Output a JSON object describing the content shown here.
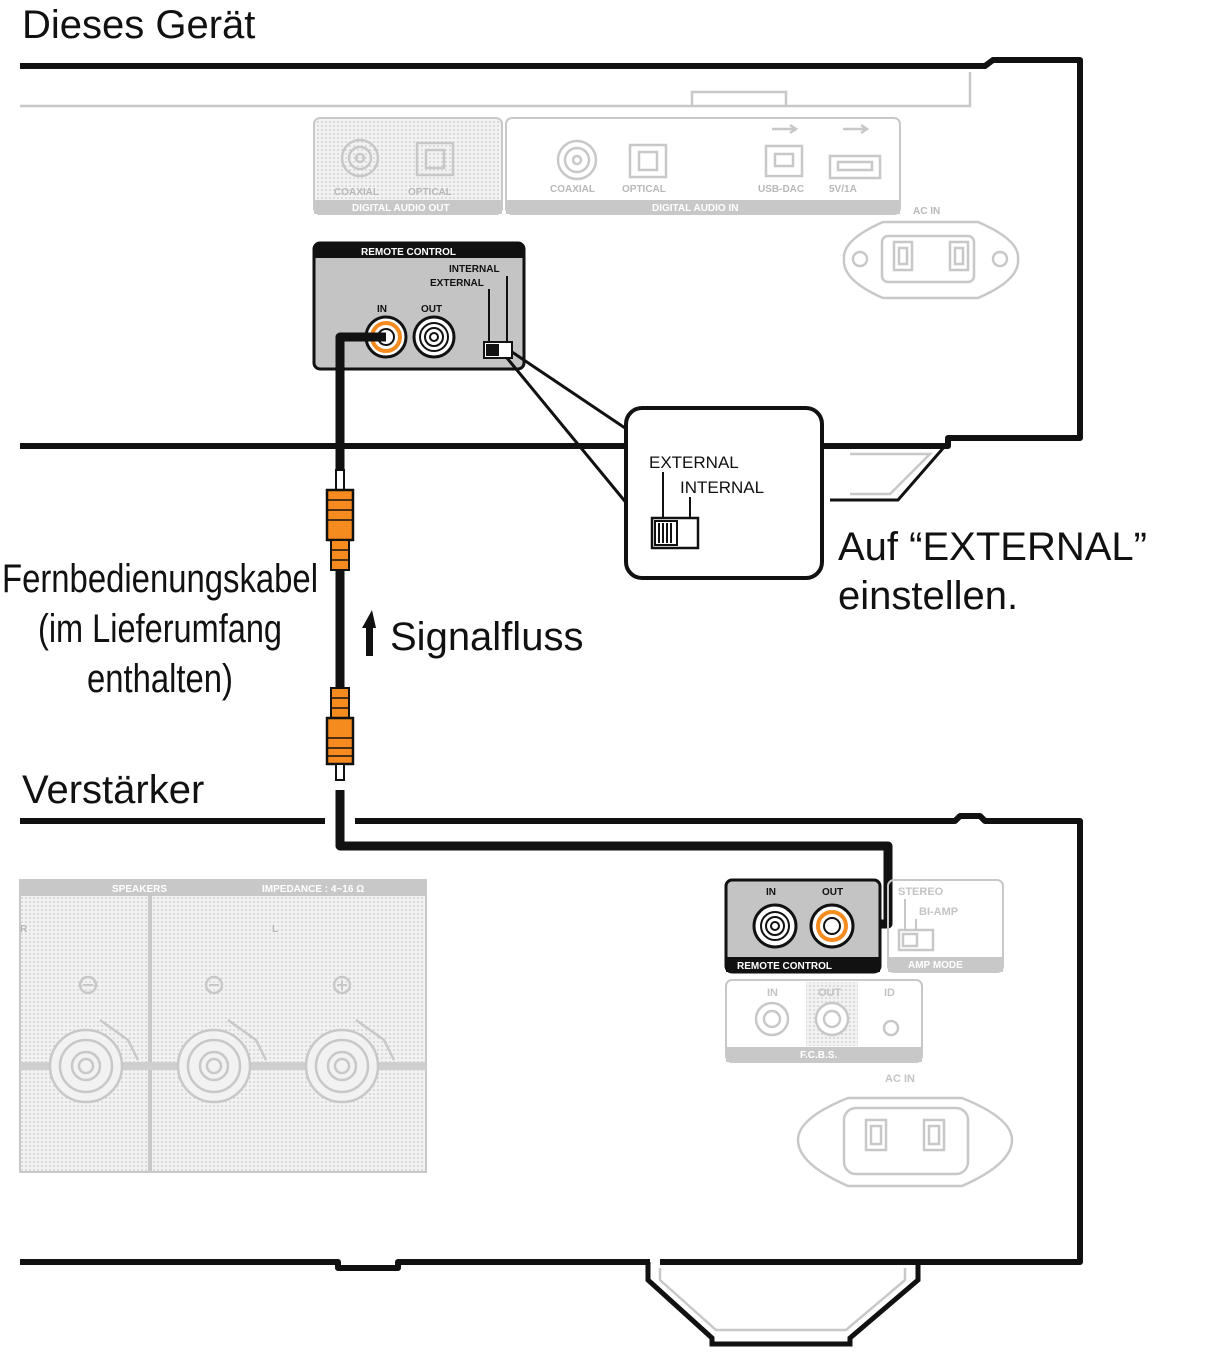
{
  "labels": {
    "device_title": "Dieses Gerät",
    "amp_title": "Verstärker",
    "cable_line1": "Fernbedienungskabel",
    "cable_line2": "(im Lieferumfang",
    "cable_line3": "enthalten)",
    "signal_flow": "Signalfluss",
    "instruction_line1": "Auf “EXTERNAL”",
    "instruction_line2": "einstellen."
  },
  "device_panel": {
    "digital_audio_out": {
      "group": "DIGITAL AUDIO OUT",
      "coaxial": "COAXIAL",
      "optical": "OPTICAL"
    },
    "digital_audio_in": {
      "group": "DIGITAL AUDIO IN",
      "coaxial": "COAXIAL",
      "optical": "OPTICAL",
      "usb_dac": "USB-DAC",
      "usb_5v": "5V/1A"
    },
    "ac_in": "AC IN",
    "remote_control": {
      "title": "REMOTE CONTROL",
      "internal": "INTERNAL",
      "external": "EXTERNAL",
      "in": "IN",
      "out": "OUT"
    }
  },
  "callout": {
    "external": "EXTERNAL",
    "internal": "INTERNAL"
  },
  "amp_panel": {
    "speakers": "SPEAKERS",
    "impedance": "IMPEDANCE : 4~16 Ω",
    "speaker_l": "L",
    "speaker_r": "R",
    "remote_control": {
      "title": "REMOTE CONTROL",
      "in": "IN",
      "out": "OUT"
    },
    "amp_mode": {
      "title": "AMP MODE",
      "stereo": "STEREO",
      "bi_amp": "BI-AMP"
    },
    "fcbs": {
      "title": "F.C.B.S.",
      "in": "IN",
      "out": "OUT",
      "id": "ID"
    },
    "ac_in": "AC IN"
  },
  "colors": {
    "plug_orange": "#f58a1f",
    "line": "#111111",
    "faded": "#c8c8c8"
  }
}
